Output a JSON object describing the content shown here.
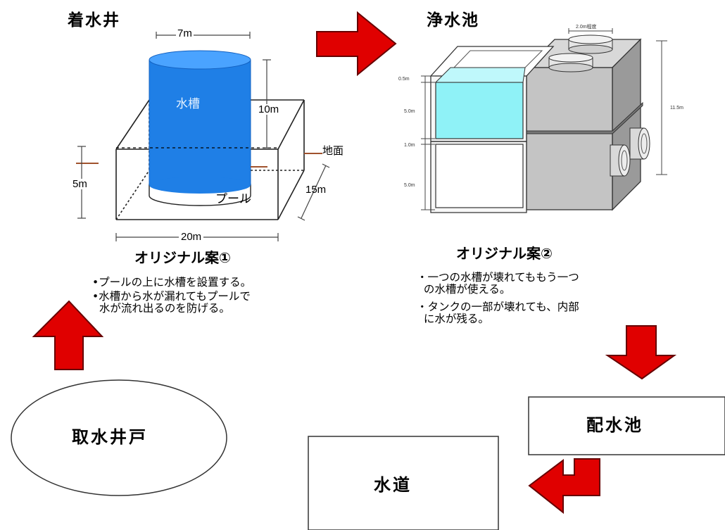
{
  "intake_well": {
    "title": "着水井",
    "dim_width": "7m",
    "dim_height": "10m",
    "dim_pool_depth": "5m",
    "dim_pool_width": "20m",
    "dim_pool_length": "15m",
    "tank_label": "水槽",
    "pool_label": "プール",
    "ground_label": "地面",
    "plan_title": "オリジナル案①",
    "notes": [
      "•プールの上に水槽を設置する。",
      "•水槽から水が漏れてもプールで\n  水が流れ出るのを防げる。"
    ]
  },
  "purification_pool": {
    "title": "浄水池",
    "dim_top": "2.0m程度",
    "dim_total": "11.5m",
    "dim_a": "0.5m",
    "dim_b": "5.0m",
    "dim_c": "1.0m",
    "dim_d": "5.0m",
    "plan_title": "オリジナル案②",
    "notes": [
      "・一つの水槽が壊れてももう一つ\n  の水槽が使える。",
      "・タンクの一部が壊れても、内部\n  に水が残る。"
    ]
  },
  "flow": {
    "well": "取水井戸",
    "distribution": "配水池",
    "water_supply": "水道"
  },
  "colors": {
    "arrow_red": "#e00000",
    "tank_blue": "#1f7fe6",
    "water_cyan": "#8ff2f7",
    "gray_body": "#bdbdbd"
  }
}
